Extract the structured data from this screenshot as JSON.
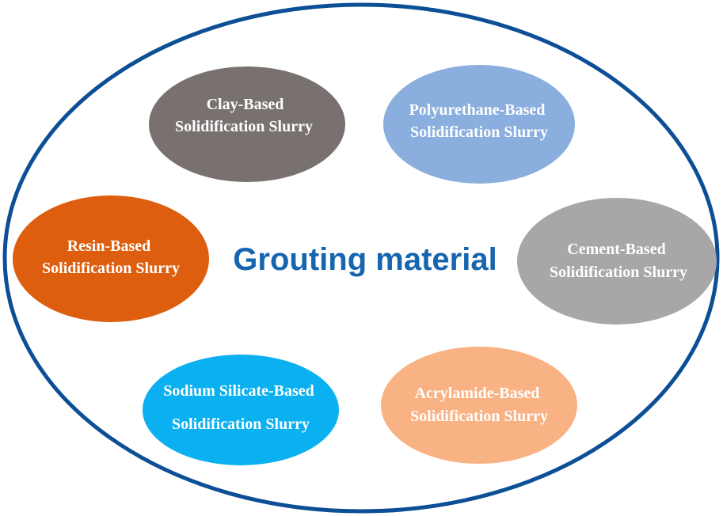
{
  "diagram": {
    "center_title": "Grouting material",
    "center_title_color": "#1565b0",
    "outer_border_color": "#0d4f96",
    "nodes": [
      {
        "id": "clay",
        "lines": [
          "Clay-Based",
          "Solidification Slurry"
        ],
        "color": "#787170"
      },
      {
        "id": "polyurethane",
        "lines": [
          "Polyurethane-Based",
          "Solidification Slurry"
        ],
        "color": "#8aaedd"
      },
      {
        "id": "resin",
        "lines": [
          "Resin-Based",
          "Solidification Slurry"
        ],
        "color": "#dd5e0e"
      },
      {
        "id": "cement",
        "lines": [
          "Cement-Based",
          "Solidification Slurry"
        ],
        "color": "#a8a6a6"
      },
      {
        "id": "sodium-silicate",
        "lines": [
          "Sodium Silicate-Based",
          "Solidification Slurry"
        ],
        "color": "#0ab0ef"
      },
      {
        "id": "acrylamide",
        "lines": [
          "Acrylamide-Based",
          "Solidification Slurry"
        ],
        "color": "#f8b284"
      }
    ]
  }
}
